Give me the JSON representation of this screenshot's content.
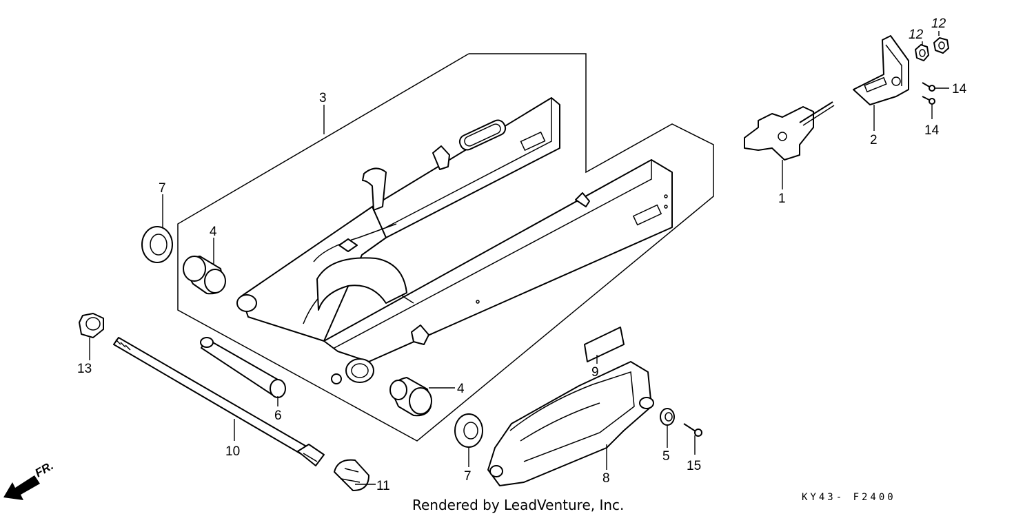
{
  "diagram_code": "KY43- F2400",
  "credit": "Rendered by LeadVenture, Inc.",
  "front_indicator": "FR.",
  "labels": {
    "p1": "1",
    "p2": "2",
    "p3": "3",
    "p4a": "4",
    "p4b": "4",
    "p5": "5",
    "p6": "6",
    "p7a": "7",
    "p7b": "7",
    "p8": "8",
    "p9": "9",
    "p10": "10",
    "p11": "11",
    "p12a": "12",
    "p12b": "12",
    "p13": "13",
    "p14a": "14",
    "p14b": "14",
    "p15": "15"
  },
  "parts": [
    {
      "number": "1",
      "icon": "chain-adjuster-plate-icon"
    },
    {
      "number": "2",
      "icon": "chain-adjuster-bracket-icon"
    },
    {
      "number": "3",
      "icon": "swingarm-icon"
    },
    {
      "number": "4",
      "icon": "pivot-bushing-icon"
    },
    {
      "number": "5",
      "icon": "collar-icon"
    },
    {
      "number": "6",
      "icon": "pivot-collar-tube-icon"
    },
    {
      "number": "7",
      "icon": "dust-seal-icon"
    },
    {
      "number": "8",
      "icon": "chain-guard-icon"
    },
    {
      "number": "9",
      "icon": "label-icon"
    },
    {
      "number": "10",
      "icon": "pivot-bolt-icon"
    },
    {
      "number": "11",
      "icon": "adjusting-bolt-icon"
    },
    {
      "number": "12",
      "icon": "nut-icon"
    },
    {
      "number": "13",
      "icon": "flange-nut-icon"
    },
    {
      "number": "14",
      "icon": "screw-icon"
    },
    {
      "number": "15",
      "icon": "tapping-screw-icon"
    }
  ]
}
